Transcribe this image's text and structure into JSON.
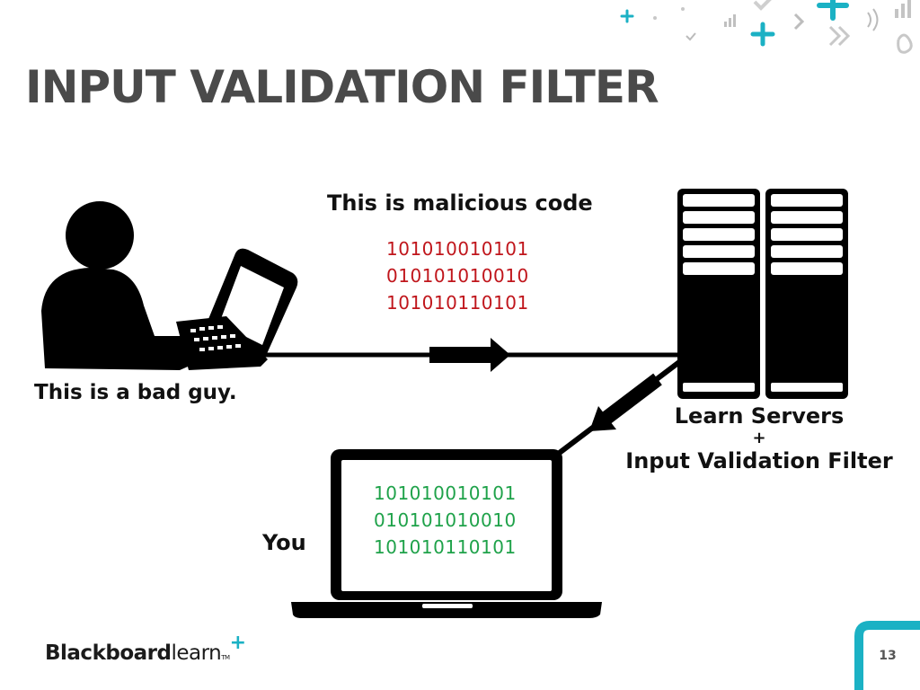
{
  "slide": {
    "title": "INPUT VALIDATION FILTER",
    "page_number": "13"
  },
  "diagram": {
    "malicious_label": "This is malicious code",
    "malicious_bits": [
      "101010010101",
      "010101010010",
      "101010110101"
    ],
    "bad_guy_label": "This is a bad guy.",
    "servers_label_line1": "Learn Servers",
    "servers_label_plus": "+",
    "servers_label_line2": "Input Validation Filter",
    "you_label": "You",
    "you_bits": [
      "101010010101",
      "010101010010",
      "101010110101"
    ]
  },
  "logo": {
    "brand": "Blackboard",
    "product": "learn",
    "tm": "TM",
    "plus": "+"
  },
  "colors": {
    "title": "#4a4a4a",
    "malicious_bits": "#c0161c",
    "safe_bits": "#1fa24a",
    "accent": "#1bb1c4",
    "ink": "#000000"
  },
  "icons": {
    "attacker": "person-at-laptop-icon",
    "servers": "server-rack-icon",
    "user_device": "laptop-icon",
    "decor": [
      "plus-icon",
      "check-icon",
      "signal-bars-icon",
      "chevron-icon",
      "link-icon"
    ]
  }
}
